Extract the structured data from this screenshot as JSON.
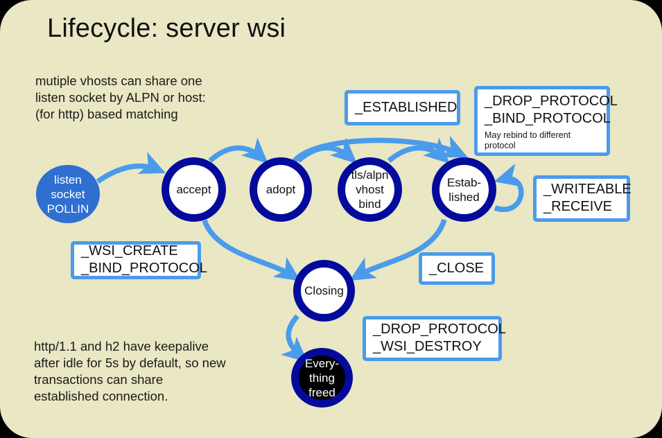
{
  "page": {
    "title": "Lifecycle: server wsi",
    "background_color": "#e9e7c4",
    "accent_color": "#4a9bec",
    "node_ring_color": "#030a9c"
  },
  "notes": {
    "top": "mutiple vhosts can share one\nlisten socket by ALPN or host:\n(for http) based matching",
    "bottom": "http/1.1 and h2 have keepalive\nafter idle for 5s by default, so new\ntransactions can share\nestablished connection."
  },
  "states": [
    {
      "id": "listen",
      "label": "listen\nsocket\nPOLLIN",
      "style": "filled-blue"
    },
    {
      "id": "accept",
      "label": "accept",
      "style": "ring"
    },
    {
      "id": "adopt",
      "label": "adopt",
      "style": "ring"
    },
    {
      "id": "tls",
      "label": "tls/alpn\nvhost\nbind",
      "style": "ring"
    },
    {
      "id": "estab",
      "label": "Estab-\nlished",
      "style": "ring"
    },
    {
      "id": "closing",
      "label": "Closing",
      "style": "ring"
    },
    {
      "id": "freed",
      "label": "Every-\nthing\nfreed",
      "style": "filled-black"
    }
  ],
  "callouts": {
    "established": {
      "main": "_ESTABLISHED",
      "sub": ""
    },
    "drop_bind": {
      "main": "_DROP_PROTOCOL\n_BIND_PROTOCOL",
      "sub": "May rebind to different\nprotocol"
    },
    "writeable": {
      "main": "_WRITEABLE\n_RECEIVE",
      "sub": ""
    },
    "wsi_create": {
      "main": "_WSI_CREATE\n_BIND_PROTOCOL",
      "sub": ""
    },
    "close": {
      "main": "_CLOSE",
      "sub": ""
    },
    "drop_destroy": {
      "main": "_DROP_PROTOCOL\n_WSI_DESTROY",
      "sub": ""
    }
  },
  "transitions": [
    {
      "from": "listen",
      "to": "accept"
    },
    {
      "from": "accept",
      "to": "adopt"
    },
    {
      "from": "adopt",
      "to": "tls"
    },
    {
      "from": "tls",
      "to": "estab"
    },
    {
      "from": "adopt",
      "to": "estab"
    },
    {
      "from": "estab",
      "to": "estab"
    },
    {
      "from": "accept",
      "to": "closing"
    },
    {
      "from": "estab",
      "to": "closing"
    },
    {
      "from": "closing",
      "to": "freed"
    }
  ]
}
